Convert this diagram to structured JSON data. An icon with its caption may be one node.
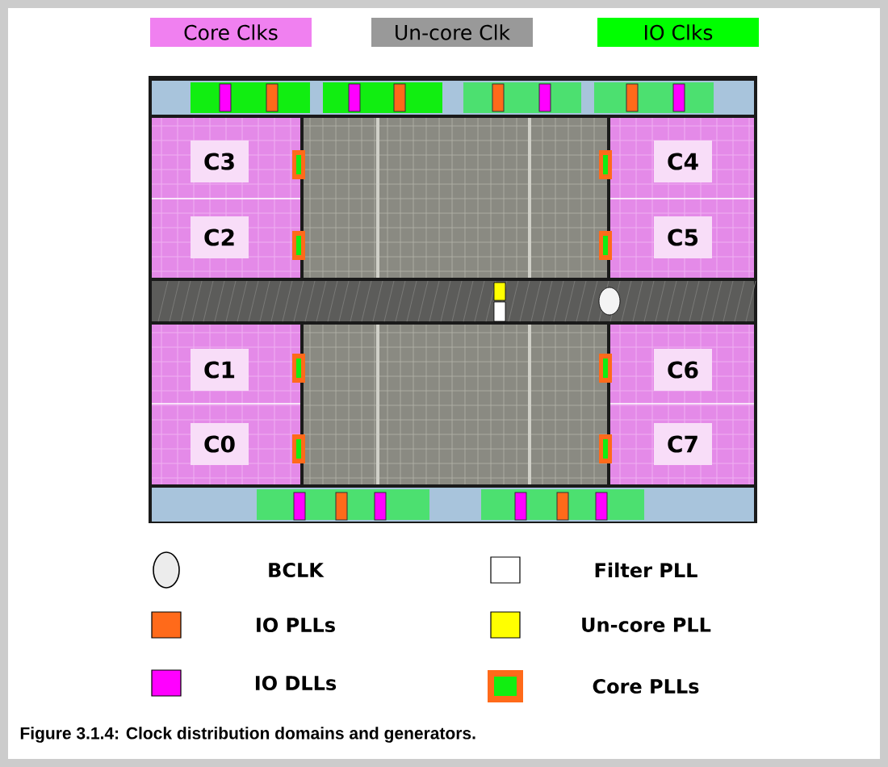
{
  "diagram": {
    "caption": "Figure 3.1.4: Clock distribution domains and generators.",
    "nodes": [
      {
        "text": [
          "C3"
        ]
      },
      {
        "text": [
          "C4"
        ]
      },
      {
        "text": [
          "C2"
        ]
      },
      {
        "text": [
          "C5"
        ]
      },
      {
        "text": [
          "C1"
        ]
      },
      {
        "text": [
          "C6"
        ]
      },
      {
        "text": [
          "C0"
        ]
      },
      {
        "text": [
          "C7"
        ]
      }
    ],
    "legend": [
      {
        "text": "Core Clks",
        "color": "#f080f0"
      },
      {
        "text": "Un-core Clk",
        "color": "#999999"
      },
      {
        "text": "IO Clks",
        "color": "#00ff00"
      },
      {
        "text": "BCLK"
      },
      {
        "text": "Filter PLL"
      },
      {
        "text": "IO PLLs",
        "color": "#ff6a1a"
      },
      {
        "text": "Un-core PLL",
        "color": "#ffff00"
      },
      {
        "text": "IO DLLs",
        "color": "#ff00ff"
      },
      {
        "text": "Core PLLs"
      }
    ]
  }
}
